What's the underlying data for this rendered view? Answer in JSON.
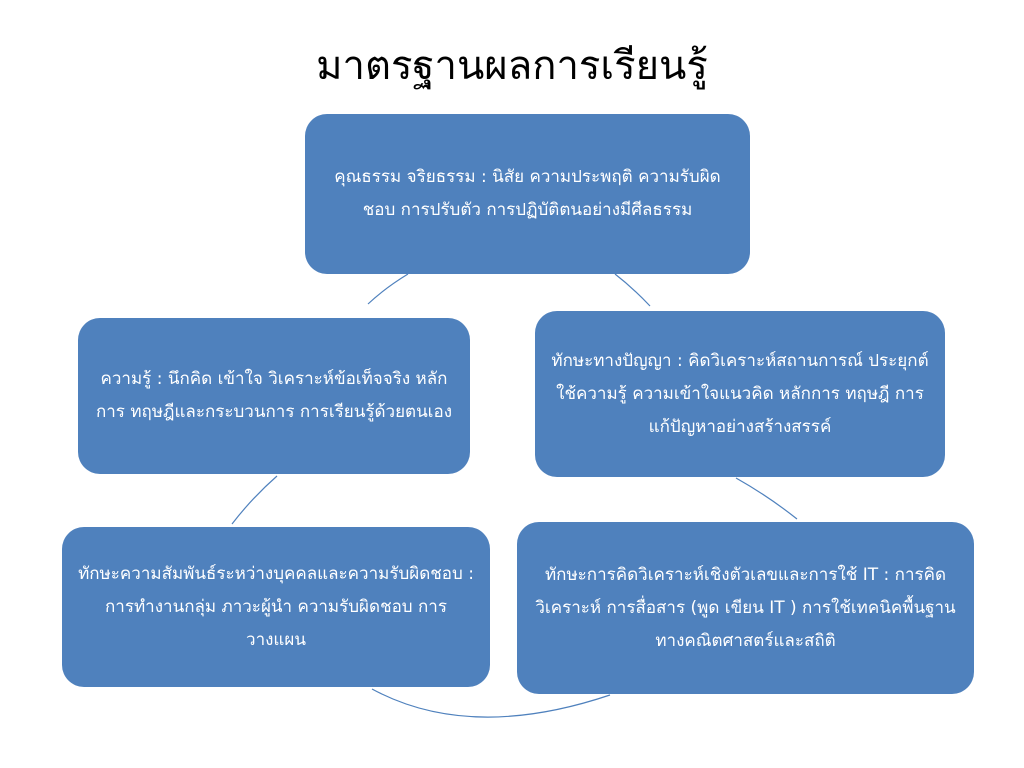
{
  "title": "มาตรฐานผลการเรียนรู้",
  "colors": {
    "box_fill": "#4f81bd",
    "box_text": "#ffffff",
    "connector": "#4f81bd"
  },
  "boxes": {
    "ethics": {
      "text": "คุณธรรม จริยธรรม : นิสัย ความประพฤติ ความรับผิดชอบ การปรับตัว การปฏิบัติตนอย่างมีศีลธรรม"
    },
    "knowledge": {
      "text": "ความรู้ : นึกคิด เข้าใจ  วิเคราะห์ข้อเท็จจริง หลักการ ทฤษฎีและกระบวนการ การเรียนรู้ด้วยตนเอง"
    },
    "cognitive": {
      "text": "ทักษะทางปัญญา : คิดวิเคราะห์สถานการณ์ ประยุกต์ใช้ความรู้ ความเข้าใจแนวคิด หลักการ ทฤษฎี การแก้ปัญหาอย่างสร้างสรรค์"
    },
    "relations": {
      "text": "ทักษะความสัมพันธ์ระหว่างบุคคลและความรับผิดชอบ : การทำงานกลุ่ม ภาวะผู้นำ ความรับผิดชอบ การวางแผน"
    },
    "numerical": {
      "text": "ทักษะการคิดวิเคราะห์เชิงตัวเลขและการใช้ IT : การคิดวิเคราะห์ การสื่อสาร (พูด เขียน IT ) การใช้เทคนิคพื้นฐานทางคณิตศาสตร์และสถิติ"
    }
  }
}
